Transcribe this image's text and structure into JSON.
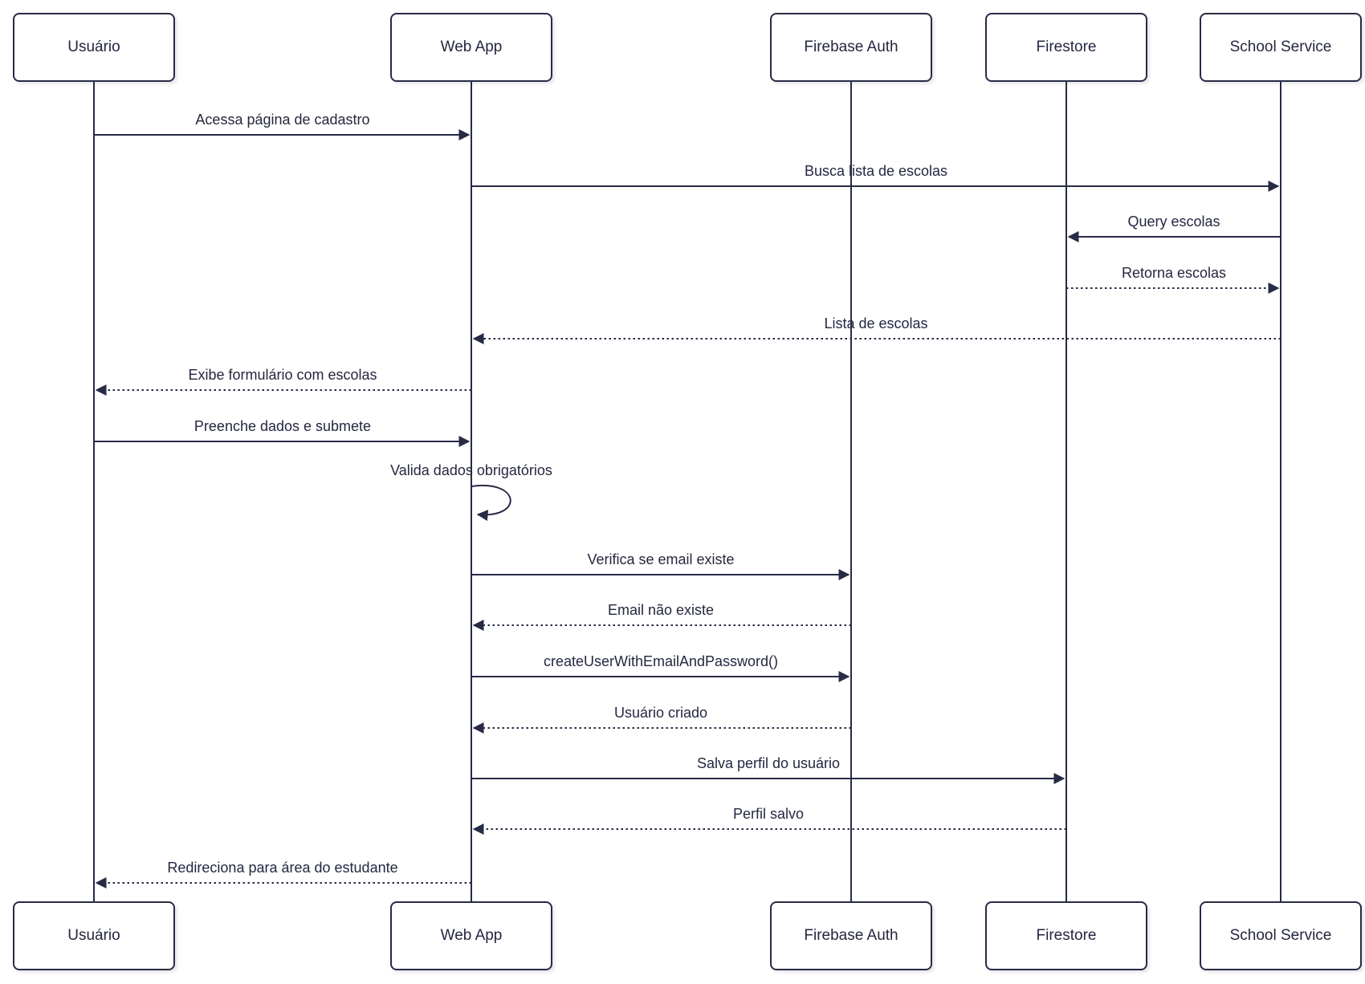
{
  "diagram": {
    "type": "sequence-diagram",
    "participants": [
      {
        "id": "usuario",
        "label": "Usuário"
      },
      {
        "id": "web-app",
        "label": "Web App"
      },
      {
        "id": "firebase-auth",
        "label": "Firebase Auth"
      },
      {
        "id": "firestore",
        "label": "Firestore"
      },
      {
        "id": "school-service",
        "label": "School Service"
      }
    ],
    "messages": [
      {
        "from": "Usuário",
        "to": "Web App",
        "label": "Acessa página de cadastro",
        "line": "solid"
      },
      {
        "from": "Web App",
        "to": "School Service",
        "label": "Busca lista de escolas",
        "line": "solid"
      },
      {
        "from": "School Service",
        "to": "Firestore",
        "label": "Query escolas",
        "line": "solid"
      },
      {
        "from": "Firestore",
        "to": "School Service",
        "label": "Retorna escolas",
        "line": "dotted"
      },
      {
        "from": "School Service",
        "to": "Web App",
        "label": "Lista de escolas",
        "line": "dotted"
      },
      {
        "from": "Web App",
        "to": "Usuário",
        "label": "Exibe formulário com escolas",
        "line": "dotted"
      },
      {
        "from": "Usuário",
        "to": "Web App",
        "label": "Preenche dados e submete",
        "line": "solid"
      },
      {
        "from": "Web App",
        "to": "Web App",
        "label": "Valida dados obrigatórios",
        "line": "self-loop"
      },
      {
        "from": "Web App",
        "to": "Firebase Auth",
        "label": "Verifica se email existe",
        "line": "solid"
      },
      {
        "from": "Firebase Auth",
        "to": "Web App",
        "label": "Email não existe",
        "line": "dotted"
      },
      {
        "from": "Web App",
        "to": "Firebase Auth",
        "label": "createUserWithEmailAndPassword()",
        "line": "solid"
      },
      {
        "from": "Firebase Auth",
        "to": "Web App",
        "label": "Usuário criado",
        "line": "dotted"
      },
      {
        "from": "Web App",
        "to": "Firestore",
        "label": "Salva perfil do usuário",
        "line": "solid"
      },
      {
        "from": "Firestore",
        "to": "Web App",
        "label": "Perfil salvo",
        "line": "dotted"
      },
      {
        "from": "Web App",
        "to": "Usuário",
        "label": "Redireciona para área do estudante",
        "line": "dotted"
      }
    ],
    "theme": {
      "line_color": "#272b45",
      "text_color": "#242740",
      "box_fill": "#ffffff",
      "background": "#ffffff"
    }
  }
}
